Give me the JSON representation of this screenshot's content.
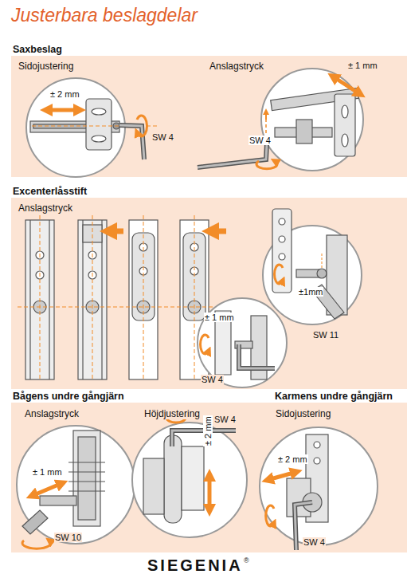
{
  "diagram": {
    "title": "Justerbara beslagdelar",
    "nodes": [
      {
        "text": [
          "Saxbeslag"
        ]
      },
      {
        "text": [
          "Excenterlåsstift"
        ]
      },
      {
        "text": [
          "Bågens undre gångjärn",
          "Karmens undre gångjärn"
        ]
      }
    ],
    "labels": [
      "Sidojustering",
      "± 2 mm",
      "SW 4",
      "Anslagstryck",
      "± 1 mm",
      "SW 4",
      "Anslagstryck",
      "±1mm",
      "SW 11",
      "± 1 mm",
      "SW 4",
      "Anslagstryck",
      "± 1 mm",
      "SW 10",
      "Höjdjustering",
      "SW 4",
      "± 2 mm",
      "Sidojustering",
      "± 2 mm",
      "SW 4",
      "SIEGENIA",
      "®"
    ]
  }
}
